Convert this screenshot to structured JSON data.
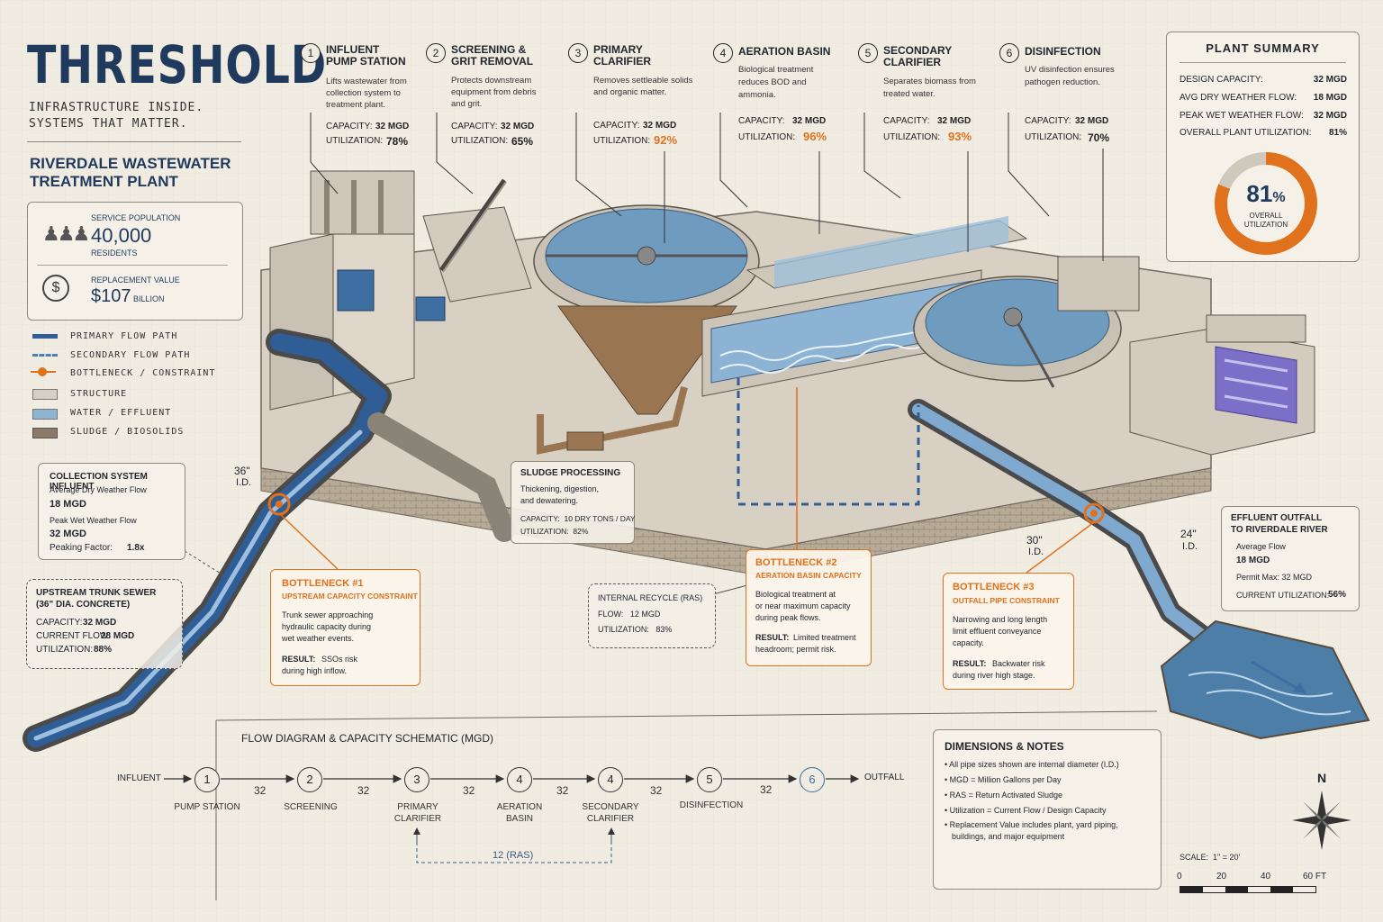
{
  "brand": {
    "name": "THRESHOLD",
    "tagline1": "INFRASTRUCTURE INSIDE.",
    "tagline2": "SYSTEMS THAT MATTER."
  },
  "plant_title": {
    "line1": "RIVERDALE WASTEWATER",
    "line2": "TREATMENT PLANT"
  },
  "stats": {
    "population_label": "SERVICE POPULATION",
    "population_value": "40,000",
    "population_unit": "RESIDENTS",
    "replacement_label": "REPLACEMENT VALUE",
    "replacement_value": "$107",
    "replacement_unit": "BILLION"
  },
  "legend": [
    {
      "label": "PRIMARY FLOW PATH",
      "color": "#2f5d96"
    },
    {
      "label": "SECONDARY FLOW PATH",
      "color": "#4d7fb8"
    },
    {
      "label": "BOTTLENECK / CONSTRAINT",
      "color": "#e0711d"
    },
    {
      "label": "STRUCTURE",
      "color": "#d6d0c4"
    },
    {
      "label": "WATER / EFFLUENT",
      "color": "#8fb4d1"
    },
    {
      "label": "SLUDGE / BIOSOLIDS",
      "color": "#8a7a66"
    }
  ],
  "steps": [
    {
      "num": "1",
      "title1": "INFLUENT",
      "title2": "PUMP STATION",
      "desc": [
        "Lifts wastewater from",
        "collection system to",
        "treatment plant."
      ],
      "capacity_label": "CAPACITY:",
      "capacity": "32 MGD",
      "util_label": "UTILIZATION:",
      "util": "78%",
      "flag": false
    },
    {
      "num": "2",
      "title1": "SCREENING &",
      "title2": "GRIT REMOVAL",
      "desc": [
        "Protects downstream",
        "equipment from debris",
        "and grit."
      ],
      "capacity_label": "CAPACITY:",
      "capacity": "32 MGD",
      "util_label": "UTILIZATION:",
      "util": "65%",
      "flag": false
    },
    {
      "num": "3",
      "title1": "PRIMARY",
      "title2": "CLARIFIER",
      "desc": [
        "Removes settleable solids",
        "and organic matter."
      ],
      "capacity_label": "CAPACITY:",
      "capacity": "32 MGD",
      "util_label": "UTILIZATION:",
      "util": "92%",
      "flag": true
    },
    {
      "num": "4",
      "title1": "AERATION BASIN",
      "title2": "",
      "desc": [
        "Biological treatment",
        "reduces BOD and",
        "ammonia."
      ],
      "capacity_label": "CAPACITY:",
      "capacity": "32 MGD",
      "util_label": "UTILIZATION:",
      "util": "96%",
      "flag": true
    },
    {
      "num": "5",
      "title1": "SECONDARY",
      "title2": "CLARIFIER",
      "desc": [
        "Separates biomass from",
        "treated water."
      ],
      "capacity_label": "CAPACITY:",
      "capacity": "32 MGD",
      "util_label": "UTILIZATION:",
      "util": "93%",
      "flag": true
    },
    {
      "num": "6",
      "title1": "DISINFECTION",
      "title2": "",
      "desc": [
        "UV disinfection ensures",
        "pathogen reduction."
      ],
      "capacity_label": "CAPACITY:",
      "capacity": "32 MGD",
      "util_label": "UTILIZATION:",
      "util": "70%",
      "flag": false
    }
  ],
  "summary": {
    "title": "PLANT SUMMARY",
    "rows": [
      {
        "label": "DESIGN CAPACITY:",
        "value": "32 MGD"
      },
      {
        "label": "AVG DRY WEATHER FLOW:",
        "value": "18 MGD"
      },
      {
        "label": "PEAK WET WEATHER FLOW:",
        "value": "32 MGD"
      },
      {
        "label": "OVERALL PLANT UTILIZATION:",
        "value": "81%"
      }
    ],
    "gauge_value": "81",
    "gauge_pct": "%",
    "gauge_label1": "OVERALL",
    "gauge_label2": "UTILIZATION",
    "gauge_fraction": 0.81,
    "gauge_color": "#e0711d",
    "gauge_track": "#cfc9bd"
  },
  "collection": {
    "title": "COLLECTION SYSTEM INFLUENT",
    "l1": "Average Dry Weather Flow",
    "v1": "18 MGD",
    "l2": "Peak Wet Weather Flow",
    "v2": "32 MGD",
    "l3": "Peaking Factor:",
    "v3": "1.8x"
  },
  "trunk": {
    "title1": "UPSTREAM TRUNK SEWER",
    "title2": "(36\" DIA. CONCRETE)",
    "r1l": "CAPACITY:",
    "r1v": "32 MGD",
    "r2l": "CURRENT FLOW:",
    "r2v": "28 MGD",
    "r3l": "UTILIZATION:",
    "r3v": "88%"
  },
  "pipe_labels": {
    "a": "36\"",
    "a2": "I.D.",
    "b": "30\"",
    "b2": "I.D.",
    "c": "24\"",
    "c2": "I.D."
  },
  "bottleneck1": {
    "title": "BOTTLENECK #1",
    "sub": "UPSTREAM CAPACITY CONSTRAINT",
    "desc": [
      "Trunk sewer approaching",
      "hydraulic capacity during",
      "wet weather events."
    ],
    "result_label": "RESULT:",
    "result": [
      "SSOs risk",
      "during high inflow."
    ]
  },
  "bottleneck2": {
    "title": "BOTTLENECK #2",
    "sub": "AERATION BASIN CAPACITY",
    "desc": [
      "Biological treatment at",
      "or near maximum capacity",
      "during peak flows."
    ],
    "result_label": "RESULT:",
    "result": [
      "Limited treatment",
      "headroom; permit risk."
    ]
  },
  "bottleneck3": {
    "title": "BOTTLENECK #3",
    "sub": "OUTFALL PIPE CONSTRAINT",
    "desc": [
      "Narrowing and long length",
      "limit effluent conveyance",
      "capacity."
    ],
    "result_label": "RESULT:",
    "result": [
      "Backwater risk",
      "during river high stage."
    ]
  },
  "sludge": {
    "title": "SLUDGE PROCESSING",
    "desc": [
      "Thickening, digestion,",
      "and dewatering."
    ],
    "capacity": "CAPACITY:  10 DRY TONS / DAY",
    "util": "UTILIZATION:  82%"
  },
  "ras": {
    "title": "INTERNAL RECYCLE (RAS)",
    "flow": "FLOW:   12 MGD",
    "util": "UTILIZATION:   83%"
  },
  "outfall": {
    "title1": "EFFLUENT OUTFALL",
    "title2": "TO RIVERDALE RIVER",
    "l1": "Average Flow",
    "v1": "18 MGD",
    "l2": "Permit Max: 32 MGD",
    "l3": "CURRENT UTILIZATION:",
    "v3": "56%"
  },
  "flow": {
    "title": "FLOW DIAGRAM & CAPACITY SCHEMATIC (MGD)",
    "start": "INFLUENT",
    "end": "OUTFALL",
    "nodes": [
      {
        "num": "1",
        "label1": "PUMP STATION",
        "label2": ""
      },
      {
        "num": "2",
        "label1": "SCREENING",
        "label2": ""
      },
      {
        "num": "3",
        "label1": "PRIMARY",
        "label2": "CLARIFIER"
      },
      {
        "num": "4",
        "label1": "AERATION",
        "label2": "BASIN"
      },
      {
        "num": "4",
        "label1": "SECONDARY",
        "label2": "CLARIFIER"
      },
      {
        "num": "5",
        "label1": "DISINFECTION",
        "label2": ""
      },
      {
        "num": "6",
        "label1": "",
        "label2": ""
      }
    ],
    "links": [
      "32",
      "32",
      "32",
      "32",
      "32",
      "32"
    ],
    "ras": "12 (RAS)"
  },
  "notes": {
    "title": "DIMENSIONS & NOTES",
    "items": [
      "All pipe sizes shown are internal diameter (I.D.)",
      "MGD = Million Gallons per Day",
      "RAS = Return Activated Sludge",
      "Utilization = Current Flow / Design Capacity",
      "Replacement Value includes plant, yard piping,",
      "buildings, and major equipment"
    ]
  },
  "compass": {
    "n": "N"
  },
  "scale": {
    "label": "SCALE:  1\" = 20'",
    "t0": "0",
    "t1": "20",
    "t2": "40",
    "t3": "60 FT"
  }
}
